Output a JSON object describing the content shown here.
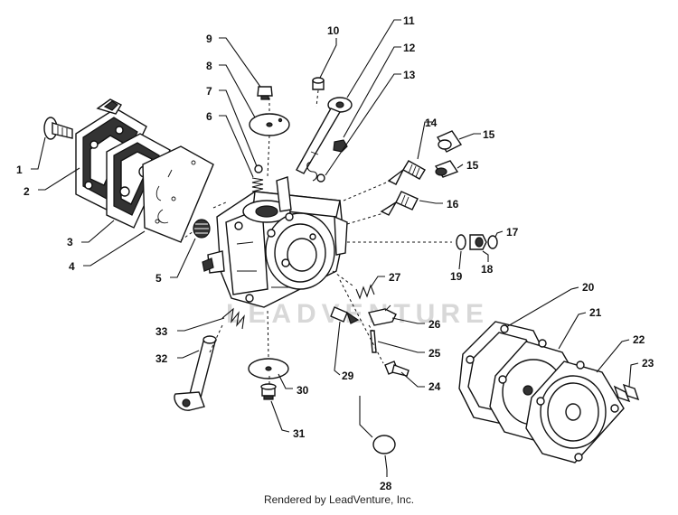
{
  "diagram": {
    "part_numbers": [
      "1",
      "2",
      "3",
      "4",
      "5",
      "6",
      "7",
      "8",
      "9",
      "10",
      "11",
      "12",
      "13",
      "14",
      "15",
      "15",
      "16",
      "17",
      "18",
      "19",
      "20",
      "21",
      "22",
      "23",
      "24",
      "25",
      "26",
      "27",
      "28",
      "29",
      "30",
      "31",
      "32",
      "33"
    ],
    "watermark": "LEADVENTURE",
    "footer": "Rendered by LeadVenture, Inc."
  }
}
